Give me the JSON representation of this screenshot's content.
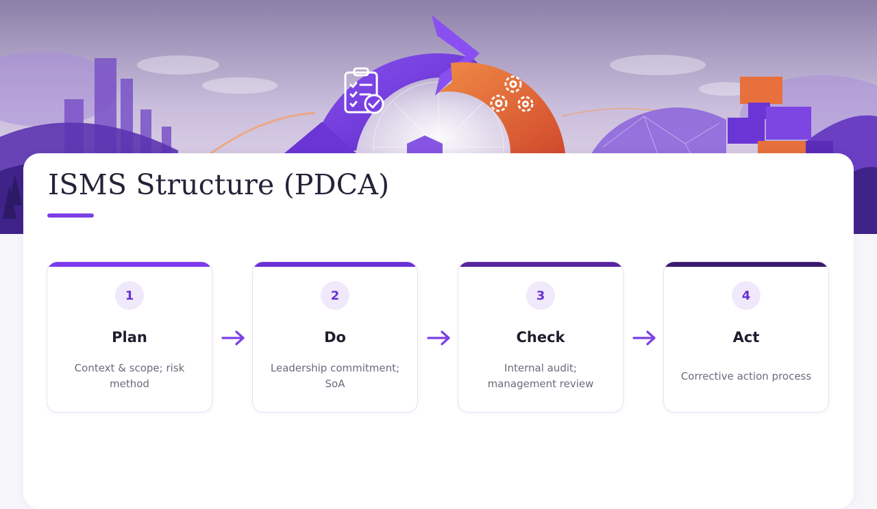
{
  "slide": {
    "title": "ISMS Structure (PDCA)"
  },
  "steps": [
    {
      "number": "1",
      "name": "Plan",
      "description": "Context & scope; risk method"
    },
    {
      "number": "2",
      "name": "Do",
      "description": "Leadership commitment; SoA"
    },
    {
      "number": "3",
      "name": "Check",
      "description": "Internal audit; management review"
    },
    {
      "number": "4",
      "name": "Act",
      "description": "Corrective action process"
    }
  ],
  "colors": {
    "accent": "#7b3fe4",
    "step_bars": [
      "#7c3aed",
      "#6a2fd6",
      "#55249e",
      "#3b1a6e"
    ],
    "arrow": "#7b3fe4",
    "plan_arrow": "#7b3ee8",
    "act_arrow": "#e8653a"
  },
  "icons": [
    "clipboard-check-icon",
    "gears-icon",
    "shield-icon",
    "arrow-right-icon"
  ]
}
